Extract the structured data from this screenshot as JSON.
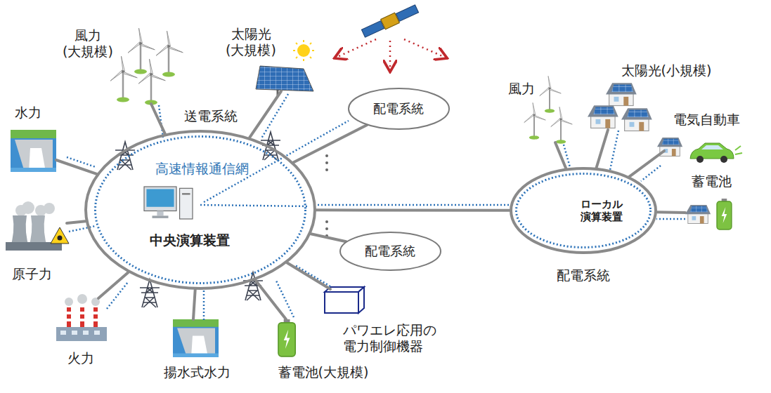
{
  "diagram": {
    "nodes": [
      {
        "text": [
          "風力 (大規模)"
        ]
      },
      {
        "text": [
          "太陽光 (大規模)"
        ]
      },
      {
        "text": [
          "配電系統"
        ]
      },
      {
        "text": [
          "風力"
        ]
      },
      {
        "text": [
          "太陽光(小規模)"
        ]
      },
      {
        "text": [
          "水力"
        ]
      },
      {
        "text": [
          "送電系統"
        ]
      },
      {
        "text": [
          "高速情報通信網"
        ],
        "in": 6
      },
      {
        "text": [
          "中央演算装置"
        ],
        "in": 7
      },
      {
        "text": [
          "電気自動車"
        ]
      },
      {
        "text": [
          "配電系統"
        ]
      },
      {
        "text": [
          "ローカル 演算装置"
        ],
        "in": 10
      },
      {
        "text": [
          "蓄電池"
        ]
      },
      {
        "text": [
          "原子力"
        ]
      },
      {
        "text": [
          "配電系統"
        ]
      },
      {
        "text": [
          "パワエレ応用の 電力制御機器"
        ]
      },
      {
        "text": [
          "火力"
        ]
      },
      {
        "text": [
          "揚水式水力"
        ]
      },
      {
        "text": [
          "蓄電池(大規模)"
        ]
      }
    ],
    "edges": [
      {
        "from": 0,
        "to": 6,
        "arrow": "none"
      },
      {
        "from": 1,
        "to": 6,
        "arrow": "none"
      },
      {
        "from": 6,
        "to": 2,
        "arrow": "none"
      },
      {
        "from": 5,
        "to": 6,
        "arrow": "none"
      },
      {
        "from": 6,
        "to": 10,
        "arrow": "none"
      },
      {
        "from": 3,
        "to": 10,
        "arrow": "none"
      },
      {
        "from": 4,
        "to": 10,
        "arrow": "none"
      },
      {
        "from": 9,
        "to": 10,
        "arrow": "none"
      },
      {
        "from": 12,
        "to": 10,
        "arrow": "none"
      },
      {
        "from": 13,
        "to": 6,
        "arrow": "none"
      },
      {
        "from": 6,
        "to": 14,
        "arrow": "none"
      },
      {
        "from": 6,
        "to": 15,
        "arrow": "none"
      },
      {
        "from": 16,
        "to": 6,
        "arrow": "none"
      },
      {
        "from": 17,
        "to": 6,
        "arrow": "none"
      },
      {
        "from": 18,
        "to": 6,
        "arrow": "none"
      }
    ]
  }
}
